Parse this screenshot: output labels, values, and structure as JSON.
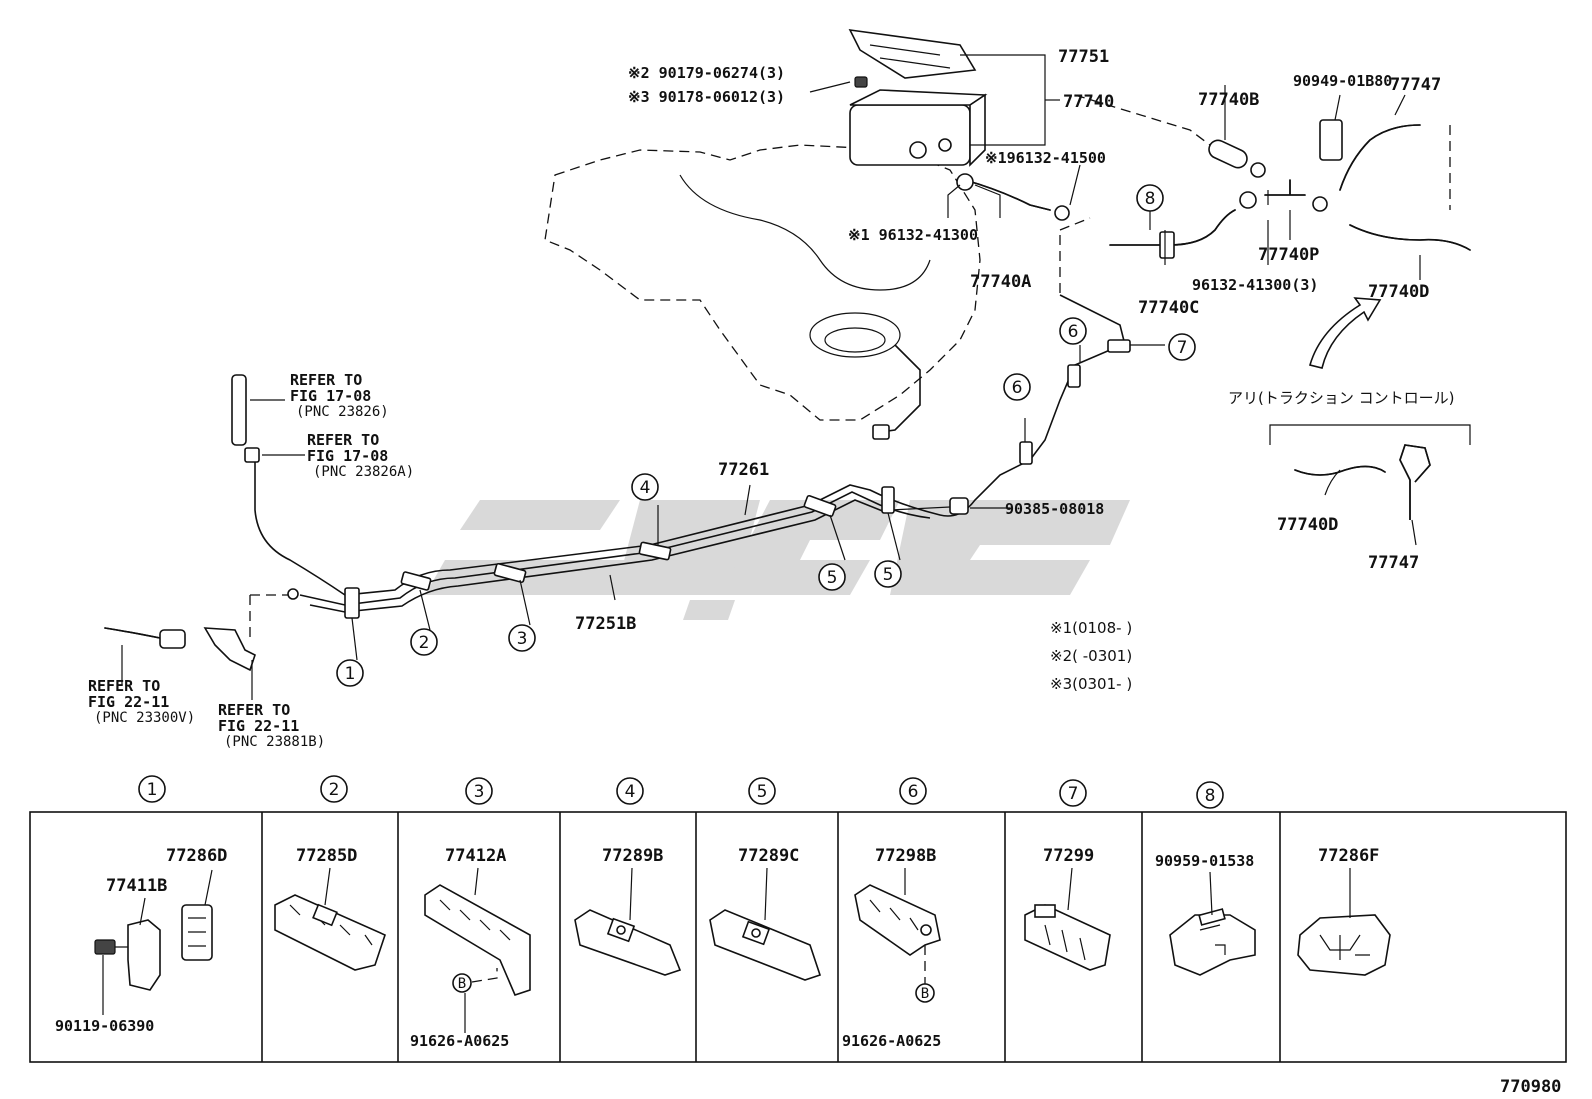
{
  "parts": {
    "p77751": "77751",
    "p77740": "77740",
    "n2": "※2 90179-06274(3)",
    "n3": "※3 90178-06012(3)",
    "p77740B": "77740B",
    "p90949": "90949-01B80",
    "p77747_top": "77747",
    "n1_41500": "※196132-41500",
    "n1_41300": "※1 96132-41300",
    "p77740A": "77740A",
    "p77740C": "77740C",
    "p77740P": "77740P",
    "p96132_3": "96132-41300(3)",
    "p77740D_top": "77740D",
    "p77261": "77261",
    "p77251B": "77251B",
    "p90385": "90385-08018",
    "p77740D_opt": "77740D",
    "p77747_opt": "77747"
  },
  "refs": {
    "r1_line1": "REFER TO",
    "r1_line2": "FIG 17-08",
    "r1_line3": "(PNC 23826)",
    "r2_line1": "REFER TO",
    "r2_line2": "FIG 17-08",
    "r2_line3": "(PNC 23826A)",
    "r3_line1": "REFER TO",
    "r3_line2": "FIG 22-11",
    "r3_line3": "(PNC 23300V)",
    "r4_line1": "REFER TO",
    "r4_line2": "FIG 22-11",
    "r4_line3": "(PNC 23881B)"
  },
  "option_label": "アリ(トラクション コントロール)",
  "notes": {
    "n1": "※1(0108-       )",
    "n2": "※2(       -0301)",
    "n3": "※3(0301-       )"
  },
  "callouts": {
    "c1": "1",
    "c2": "2",
    "c3": "3",
    "c4": "4",
    "c5": "5",
    "c6": "6",
    "c7": "7",
    "c8": "8"
  },
  "table": {
    "headers": [
      "1",
      "2",
      "3",
      "4",
      "5",
      "6",
      "7",
      "8",
      ""
    ],
    "cell1": {
      "main": "77286D",
      "sub": "77411B",
      "bolt": "90119-06390"
    },
    "cell2": {
      "main": "77285D"
    },
    "cell3": {
      "main": "77412A",
      "bolt_mark": "B",
      "bolt": "91626-A0625"
    },
    "cell4": {
      "main": "77289B"
    },
    "cell5": {
      "main": "77289C"
    },
    "cell6": {
      "main": "77298B",
      "bolt_mark": "B",
      "bolt": "91626-A0625"
    },
    "cell7": {
      "main": "77299"
    },
    "cell8": {
      "main": "90959-01538"
    },
    "cell9": {
      "main": "77286F"
    }
  },
  "figure_id": "770980"
}
